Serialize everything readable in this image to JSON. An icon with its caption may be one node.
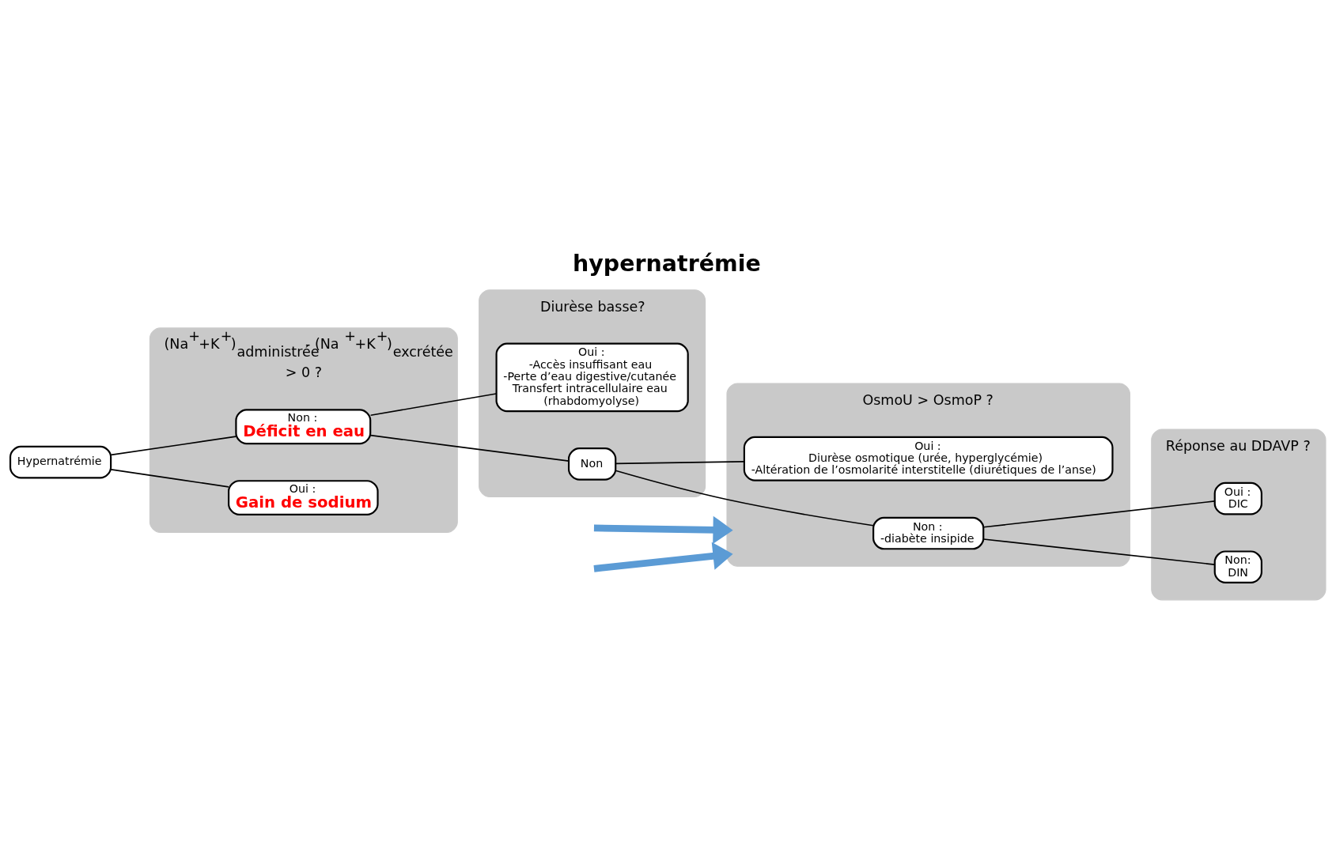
{
  "diagram": {
    "title": "hypernatrémie",
    "nodes": [
      {
        "text": [
          "Hypernatrémie"
        ]
      },
      {
        "text": [
          "(Na$^{+}$+K$^{+}$)$_{administrée}$ - (Na$^{+}$+K$^{+}$)$_{excrétée}$",
          "> 0 ?"
        ]
      },
      {
        "text": [
          "Non :",
          "Déficit en eau"
        ],
        "in": 1
      },
      {
        "text": [
          "Oui :",
          "Gain de sodium"
        ],
        "in": 1
      },
      {
        "text": [
          "Diurèse basse?"
        ]
      },
      {
        "text": [
          "Oui :",
          "-Accès insuffisant eau",
          "-Perte d’eau digestive/cutanée",
          "Transfert intracellulaire eau",
          "(rhabdomyolyse)"
        ],
        "in": 4
      },
      {
        "text": [
          "Non"
        ],
        "in": 4
      },
      {
        "text": [
          "OsmoU > OsmoP ?"
        ]
      },
      {
        "text": [
          "Non :",
          "-diabète insipide"
        ],
        "in": 7
      },
      {
        "text": [
          "Oui :",
          "Diurèse osmotique (urée, hyperglycémie)",
          "-Altération de l’osmolarité interstitelle (diurétiques de l’anse)"
        ],
        "in": 7
      },
      {
        "text": [
          "Réponse au DDAVP ?"
        ]
      },
      {
        "text": [
          "Oui :",
          "DIC"
        ],
        "in": 10
      },
      {
        "text": [
          "Non:",
          "DIN"
        ],
        "in": 10
      }
    ],
    "edges": [
      {
        "from": 0,
        "to": 2,
        "arrow": "none"
      },
      {
        "from": 0,
        "to": 3,
        "arrow": "none"
      },
      {
        "from": 2,
        "to": 5,
        "arrow": "none"
      },
      {
        "from": 2,
        "to": 6,
        "arrow": "none"
      },
      {
        "from": 6,
        "to": 8,
        "arrow": "none"
      },
      {
        "from": 6,
        "to": 9,
        "arrow": "none"
      },
      {
        "from": 8,
        "to": 11,
        "arrow": "none"
      },
      {
        "from": 8,
        "to": 12,
        "arrow": "none"
      },
      {
        "from": null,
        "to": 7,
        "arrow": "to",
        "style": "thick",
        "color": "#5b9bd5"
      },
      {
        "from": null,
        "to": 7,
        "arrow": "to",
        "style": "thick",
        "color": "#5b9bd5"
      }
    ]
  }
}
